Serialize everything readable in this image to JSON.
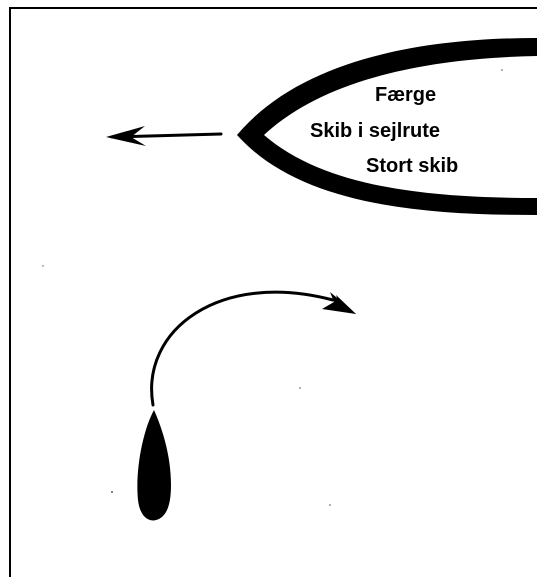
{
  "ship_labels": {
    "line1": "Færge",
    "line2": "Skib i sejlrute",
    "line3": "Stort skib"
  },
  "icons": {
    "large_ship": "large-ship-bow-icon",
    "ship_direction": "left-arrow-icon",
    "small_boat": "small-boat-icon",
    "boat_turn": "curved-arrow-icon"
  },
  "colors": {
    "ink": "#000000",
    "background": "#ffffff"
  }
}
